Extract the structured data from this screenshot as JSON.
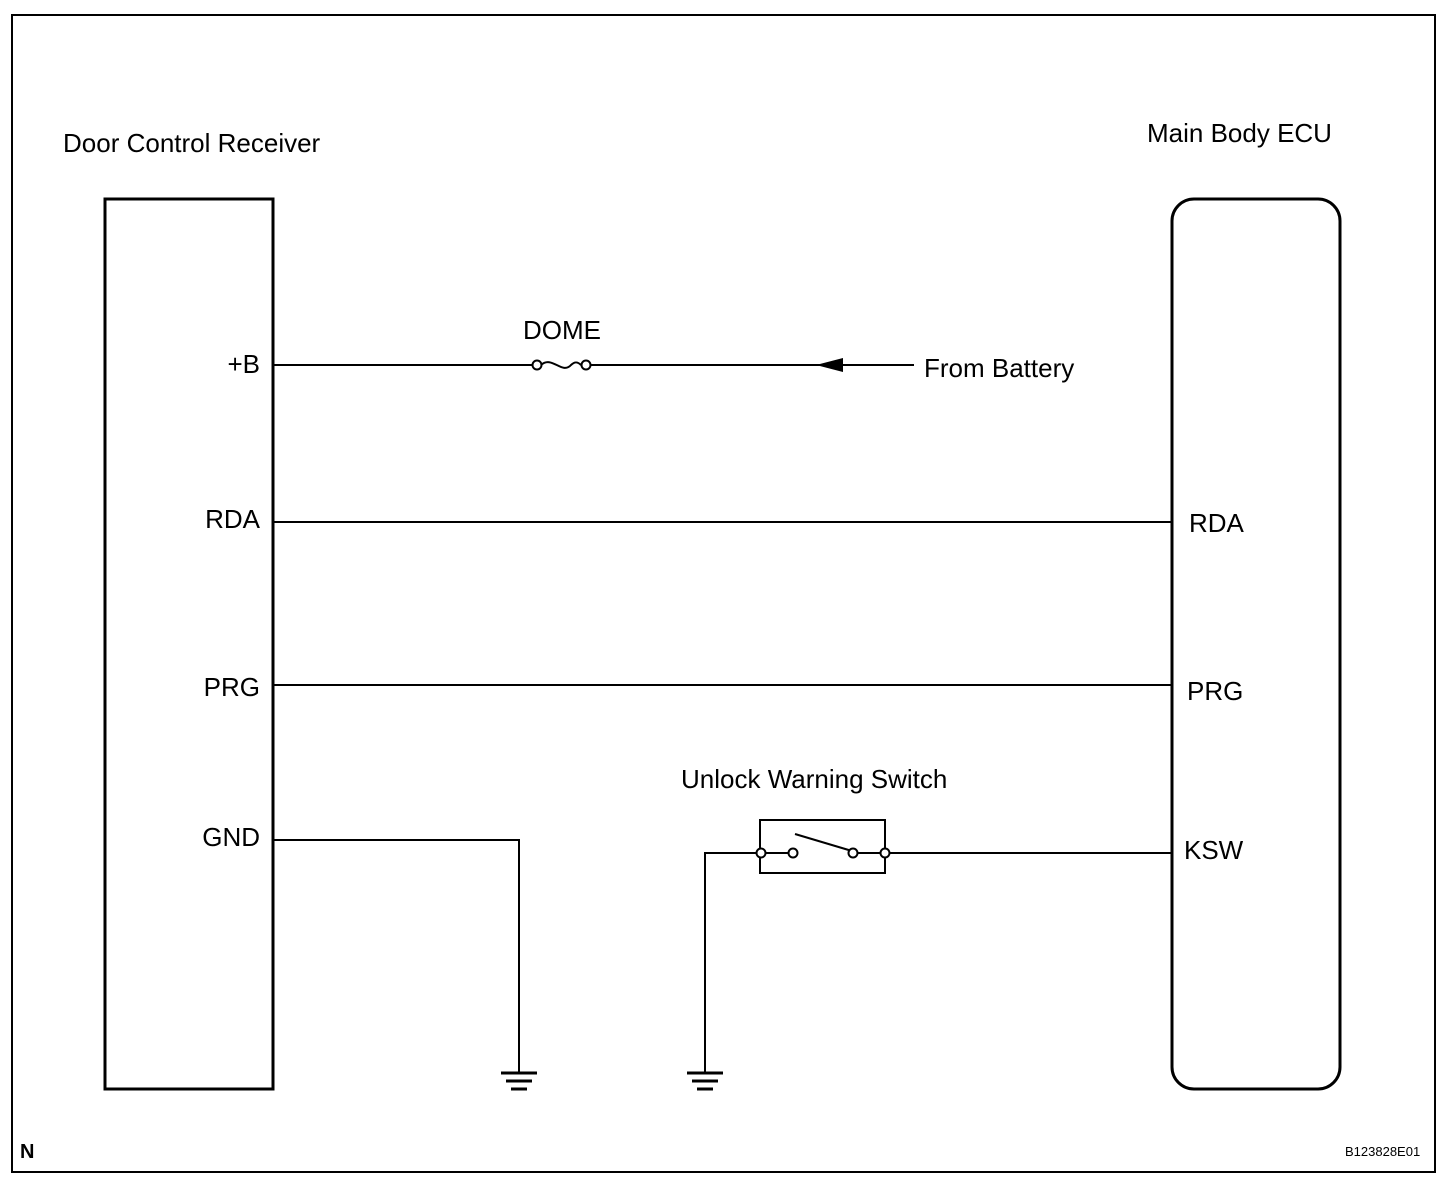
{
  "receiver": {
    "title": "Door Control Receiver",
    "pins": {
      "b": "+B",
      "rda": "RDA",
      "prg": "PRG",
      "gnd": "GND"
    }
  },
  "ecu": {
    "title": "Main Body ECU",
    "pins": {
      "rda": "RDA",
      "prg": "PRG",
      "ksw": "KSW"
    }
  },
  "fuse": {
    "label": "DOME"
  },
  "battery": {
    "label": "From Battery"
  },
  "switch": {
    "label": "Unlock Warning Switch"
  },
  "footer": {
    "corner_letter": "N",
    "diagram_code": "B123828E01"
  }
}
